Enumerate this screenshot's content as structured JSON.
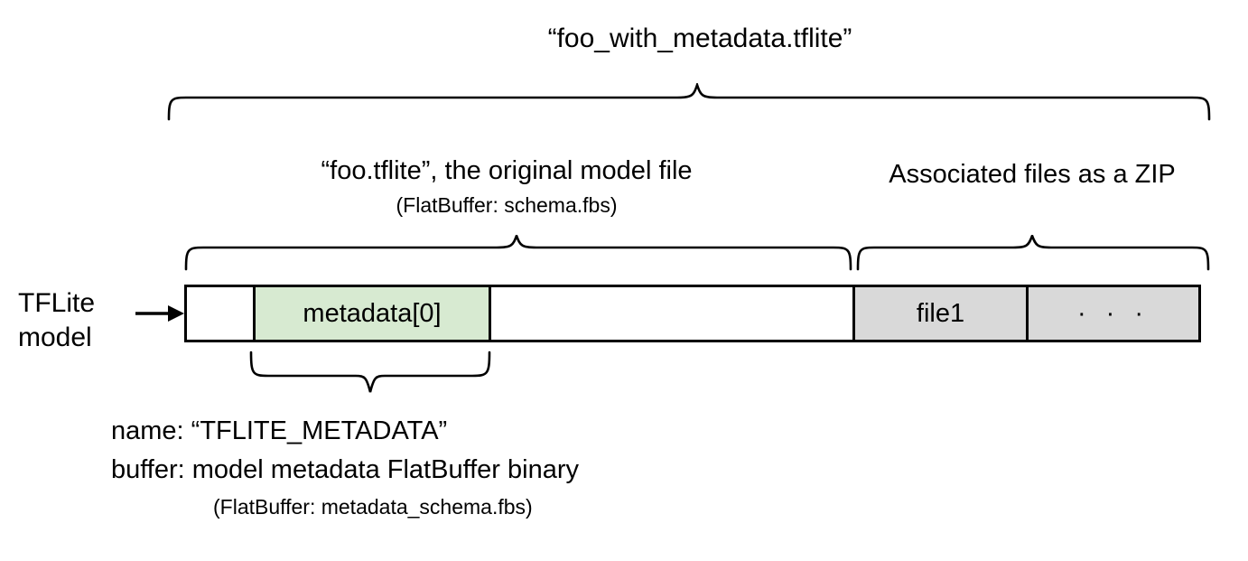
{
  "diagram": {
    "title_top": "“foo_with_metadata.tflite”",
    "left_label": "TFLite\nmodel",
    "sections": {
      "original_model": {
        "main": "“foo.tflite”, the original model file",
        "sub": "(FlatBuffer: schema.fbs)"
      },
      "associated_files": {
        "main": "Associated files as a ZIP"
      }
    },
    "bar_cells": [
      {
        "id": "head",
        "label": "",
        "fill": "#ffffff"
      },
      {
        "id": "meta",
        "label": "metadata[0]",
        "fill": "#d7ead1"
      },
      {
        "id": "body",
        "label": "",
        "fill": "#ffffff"
      },
      {
        "id": "file1",
        "label": "file1",
        "fill": "#d9d9d9"
      },
      {
        "id": "more",
        "label": "· · ·",
        "fill": "#d9d9d9"
      }
    ],
    "metadata_note": {
      "name_line": "name: “TFLITE_METADATA”",
      "buffer_line": "buffer: model metadata FlatBuffer binary",
      "sub_line": "(FlatBuffer: metadata_schema.fbs)"
    },
    "colors": {
      "metadata_fill": "#d7ead1",
      "zip_fill": "#d9d9d9",
      "stroke": "#000000",
      "background": "#ffffff"
    }
  }
}
